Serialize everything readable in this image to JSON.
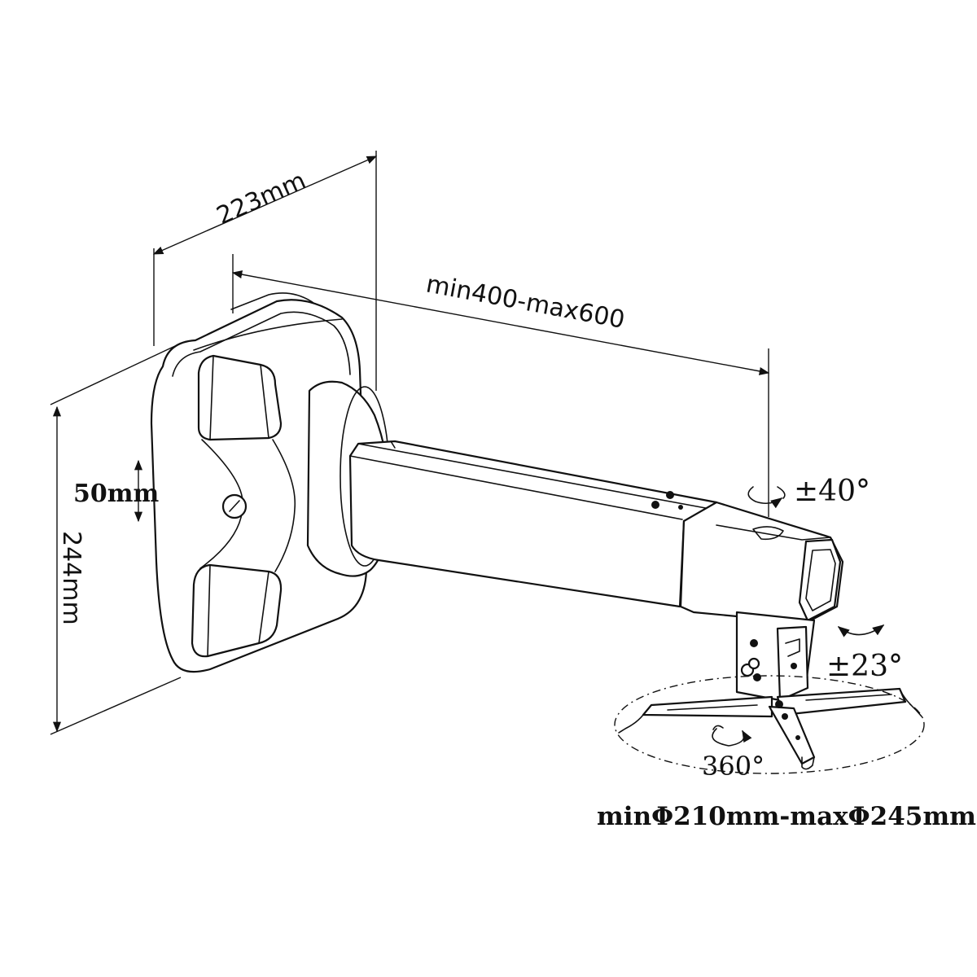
{
  "dimensions": {
    "width_label": "223mm",
    "arm_length_label": "min400-max600",
    "height_label": "244mm",
    "offset_label": "50mm"
  },
  "adjustments": {
    "swivel_label": "±40°",
    "tilt_label": "±23°",
    "rotation_label": "360°"
  },
  "bracket": {
    "diameter_label": "minΦ210mm-maxΦ245mm"
  }
}
